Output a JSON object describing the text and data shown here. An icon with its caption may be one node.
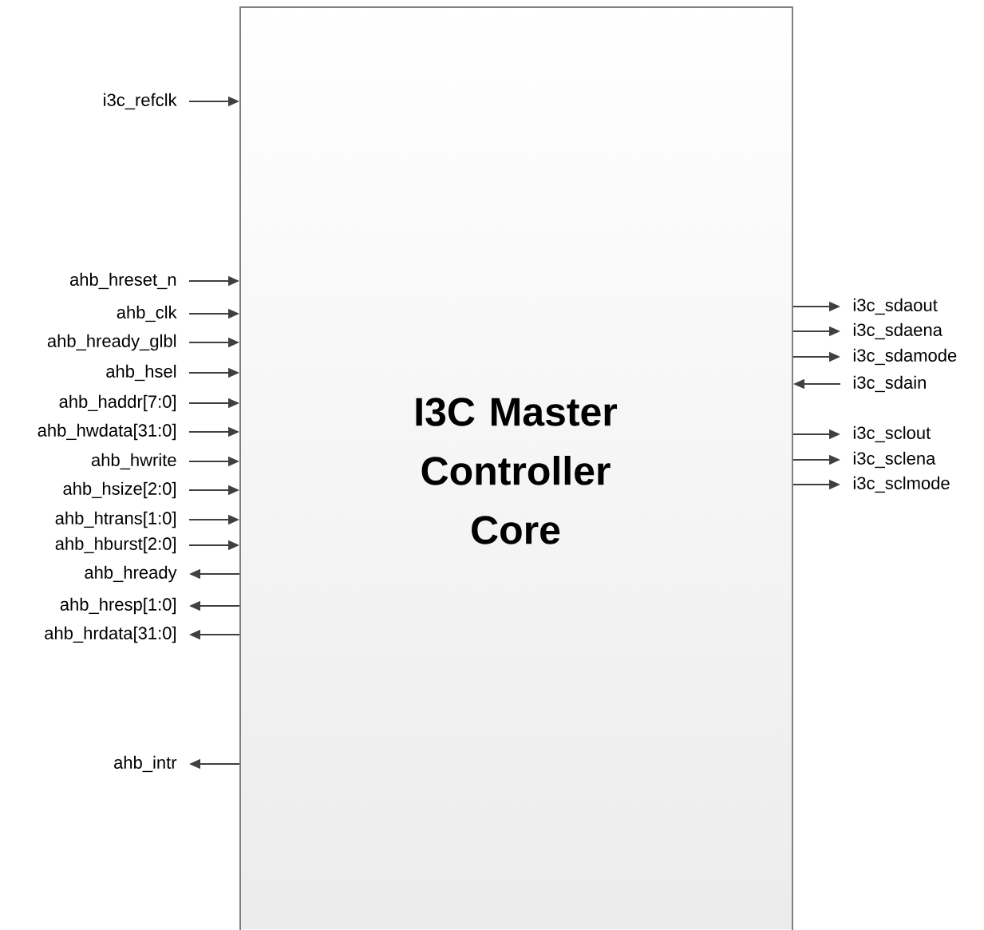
{
  "diagram": {
    "nodes": [
      {
        "text": [
          "I3C Master Controller Core"
        ]
      },
      {
        "text": [
          "i3c_refclk"
        ]
      },
      {
        "text": [
          "ahb_hreset_n"
        ]
      },
      {
        "text": [
          "ahb_clk"
        ]
      },
      {
        "text": [
          "ahb_hready_glbl"
        ]
      },
      {
        "text": [
          "ahb_hsel"
        ]
      },
      {
        "text": [
          "ahb_haddr[7:0]"
        ]
      },
      {
        "text": [
          "ahb_hwdata[31:0]"
        ]
      },
      {
        "text": [
          "ahb_hwrite"
        ]
      },
      {
        "text": [
          "ahb_hsize[2:0]"
        ]
      },
      {
        "text": [
          "ahb_htrans[1:0]"
        ]
      },
      {
        "text": [
          "ahb_hburst[2:0]"
        ]
      },
      {
        "text": [
          "ahb_hready"
        ]
      },
      {
        "text": [
          "ahb_hresp[1:0]"
        ]
      },
      {
        "text": [
          "ahb_hrdata[31:0]"
        ]
      },
      {
        "text": [
          "ahb_intr"
        ]
      },
      {
        "text": [
          "i3c_sdaout"
        ]
      },
      {
        "text": [
          "i3c_sdaena"
        ]
      },
      {
        "text": [
          "i3c_sdamode"
        ]
      },
      {
        "text": [
          "i3c_sdain"
        ]
      },
      {
        "text": [
          "i3c_sclout"
        ]
      },
      {
        "text": [
          "i3c_sclena"
        ]
      },
      {
        "text": [
          "i3c_sclmode"
        ]
      }
    ],
    "edges": [
      {
        "from": 1,
        "to": 0,
        "arrow": "to"
      },
      {
        "from": 2,
        "to": 0,
        "arrow": "to"
      },
      {
        "from": 3,
        "to": 0,
        "arrow": "to"
      },
      {
        "from": 4,
        "to": 0,
        "arrow": "to"
      },
      {
        "from": 5,
        "to": 0,
        "arrow": "to"
      },
      {
        "from": 6,
        "to": 0,
        "arrow": "to"
      },
      {
        "from": 7,
        "to": 0,
        "arrow": "to"
      },
      {
        "from": 8,
        "to": 0,
        "arrow": "to"
      },
      {
        "from": 9,
        "to": 0,
        "arrow": "to"
      },
      {
        "from": 10,
        "to": 0,
        "arrow": "to"
      },
      {
        "from": 11,
        "to": 0,
        "arrow": "to"
      },
      {
        "from": 0,
        "to": 12,
        "arrow": "to"
      },
      {
        "from": 0,
        "to": 13,
        "arrow": "to"
      },
      {
        "from": 0,
        "to": 14,
        "arrow": "to"
      },
      {
        "from": 0,
        "to": 15,
        "arrow": "to"
      },
      {
        "from": 0,
        "to": 16,
        "arrow": "to"
      },
      {
        "from": 0,
        "to": 17,
        "arrow": "to"
      },
      {
        "from": 0,
        "to": 18,
        "arrow": "to"
      },
      {
        "from": 19,
        "to": 0,
        "arrow": "to"
      },
      {
        "from": 0,
        "to": 20,
        "arrow": "to"
      },
      {
        "from": 0,
        "to": 21,
        "arrow": "to"
      },
      {
        "from": 0,
        "to": 22,
        "arrow": "to"
      }
    ]
  }
}
